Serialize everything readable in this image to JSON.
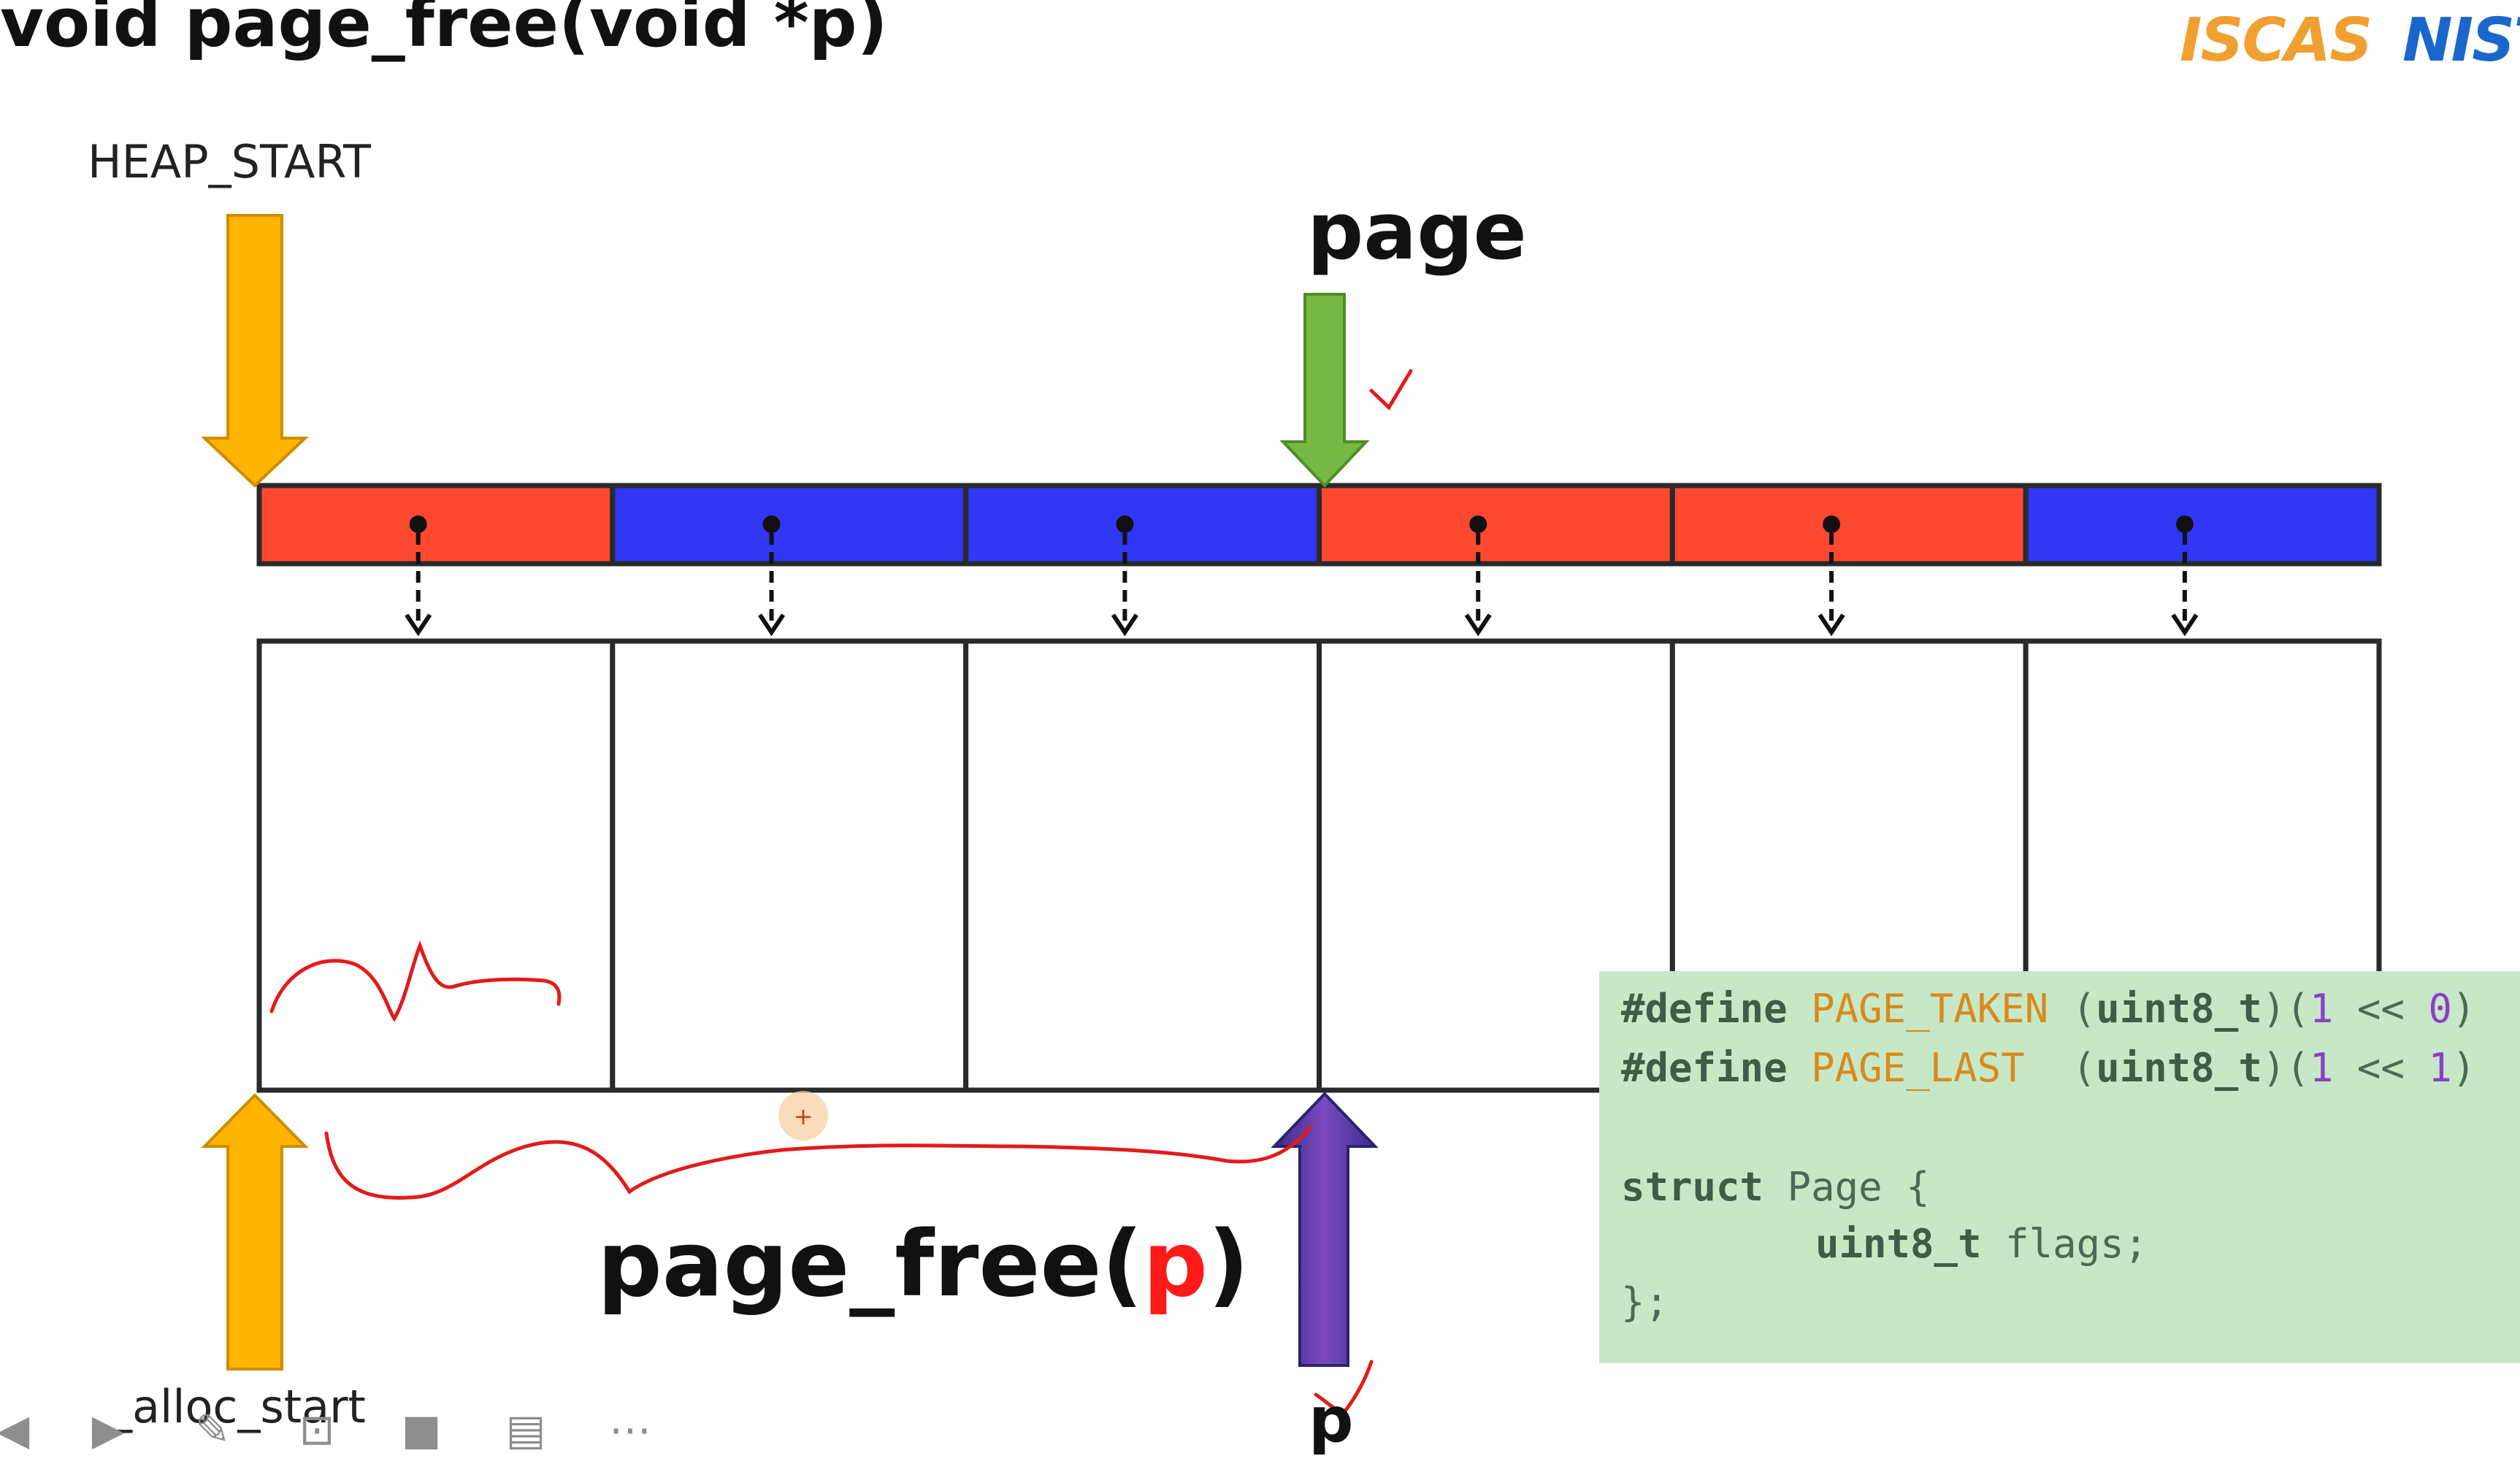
{
  "title": "void page_free(void *p)",
  "logos": {
    "left": "ISCAS",
    "right": "NIST"
  },
  "labels": {
    "heap_start": "HEAP_START",
    "page": "page",
    "call_prefix": "page_free(",
    "call_arg": "p",
    "call_suffix": ")",
    "alloc_start": "_alloc_start",
    "p": "p"
  },
  "page_descriptors": [
    {
      "state": "taken",
      "color": "#ff4830"
    },
    {
      "state": "free",
      "color": "#3136f5"
    },
    {
      "state": "free",
      "color": "#3136f5"
    },
    {
      "state": "taken",
      "color": "#ff4830"
    },
    {
      "state": "taken",
      "color": "#ff4830"
    },
    {
      "state": "free",
      "color": "#3136f5"
    }
  ],
  "arrow_colors": {
    "heap_start": "#ffb400",
    "page": "#76b843",
    "alloc_start": "#ffb400",
    "p": "#6a3aa6"
  },
  "code": {
    "line1": {
      "kw": "#define",
      "name": "PAGE_TAKEN",
      "pre": " (",
      "type": "uint8_t",
      "mid": ")(",
      "n1": "1",
      "op": " << ",
      "n2": "0",
      "end": ")"
    },
    "line2": {
      "kw": "#define",
      "name": "PAGE_LAST",
      "pre": "  (",
      "type": "uint8_t",
      "mid": ")(",
      "n1": "1",
      "op": " << ",
      "n2": "1",
      "end": ")"
    },
    "line3": {
      "kw": "struct",
      "rest": " Page {"
    },
    "line4": {
      "type": "uint8_t",
      "rest": " flags;"
    },
    "line5": "};"
  },
  "toolbar": {
    "icons": [
      "prev-icon",
      "play-icon",
      "pen-icon",
      "screen-capture-icon",
      "camera-icon",
      "comment-icon",
      "more-icon"
    ],
    "glyphs": [
      "◀",
      "▶",
      "✎",
      "⊡",
      "■",
      "▤",
      "⋯"
    ]
  },
  "colors": {
    "cell_border": "#2a2a2a",
    "annotation": "#e21b1b",
    "code_bg": "#c6e8c6"
  }
}
